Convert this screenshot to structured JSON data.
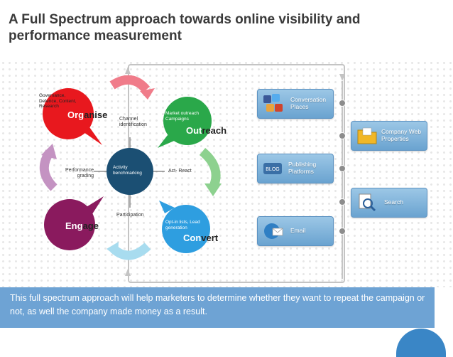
{
  "title": "A Full Spectrum approach towards online visibility and performance measurement",
  "cycle": {
    "organise": {
      "heading": "Organise",
      "sub": "Governance, Defence, Content, Research",
      "color": "#e8181e"
    },
    "outreach": {
      "heading": "Outreach",
      "sub": "Market outreach Campaigns",
      "color": "#2aa84a"
    },
    "convert": {
      "heading": "Convert",
      "sub": "Opt-in lists, Lead generation",
      "color": "#2e9ee0"
    },
    "engage": {
      "heading": "Engage",
      "color": "#8a1a5e"
    },
    "center": {
      "label": "Activity benchmarking",
      "color": "#1b4f73"
    },
    "labels": {
      "channel": "Channel identification",
      "act": "Act- React",
      "participation": "Participation",
      "performance": "Performance grading"
    }
  },
  "channels": [
    {
      "label": "Conversation Places",
      "icon": "social-media-icon"
    },
    {
      "label": "Company Web Properties",
      "icon": "folder-icon"
    },
    {
      "label": "Publishing Platforms",
      "icon": "blog-icon"
    },
    {
      "label": "Search",
      "icon": "search-icon"
    },
    {
      "label": "Email",
      "icon": "email-icon"
    }
  ],
  "footer": {
    "text": "This full spectrum approach will help marketers to determine whether they want to repeat the campaign or not, as well the company made money as a result."
  },
  "colors": {
    "title": "#3a3a3a",
    "footer_bg": "#6ea3d4",
    "channel_box": "#7fb3dc",
    "arrow_pink": "#f07c8a",
    "arrow_green": "#8dd18f",
    "arrow_lightblue": "#a8dcef",
    "arrow_purple": "#c493c2"
  }
}
